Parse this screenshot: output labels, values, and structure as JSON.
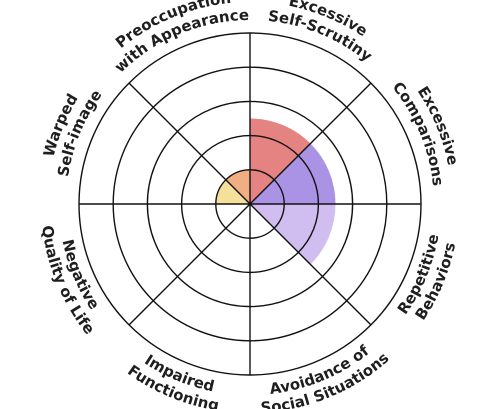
{
  "chart_data": {
    "type": "polar-area",
    "title": "",
    "categories": [
      [
        "Excessive",
        "Self-Scrutiny"
      ],
      [
        "Excessive",
        "Comparisons"
      ],
      [
        "Repetitive",
        "Behaviors"
      ],
      [
        "Avoidance of",
        "Social Situations"
      ],
      [
        "Impaired",
        "Functioning"
      ],
      [
        "Negative",
        "Quality of Life"
      ],
      [
        "Warped",
        "Self-image"
      ],
      [
        "Preoccupation",
        "with Appearance"
      ]
    ],
    "values": [
      2.5,
      2.5,
      2.5,
      0,
      0,
      0,
      1,
      1
    ],
    "colors": [
      "#e06c6c",
      "#9b7fe0",
      "#c9b3ef",
      "#ffffff",
      "#ffffff",
      "#ffffff",
      "#f2d98a",
      "#efa06c"
    ],
    "rlim": [
      0,
      5
    ],
    "rings": 5,
    "grid": true,
    "legend": "none"
  }
}
